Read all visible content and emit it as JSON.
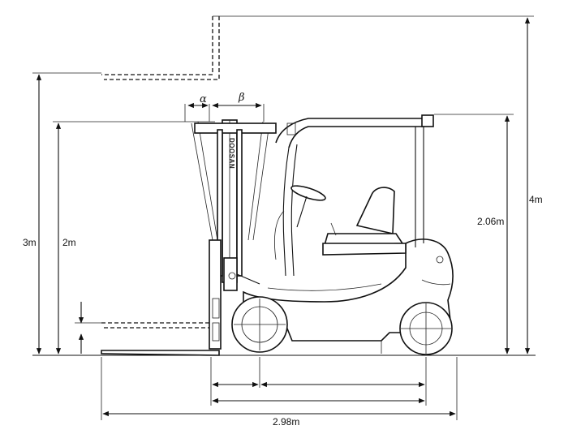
{
  "dimensions": {
    "total_height": "4m",
    "overhead_guard_height": "2.06m",
    "lift_height_fork": "3m",
    "free_lift": "2m",
    "overall_length": "2.98m"
  },
  "angles": {
    "forward_tilt": "α",
    "backward_tilt": "β"
  },
  "mast_brand": "DOOSAN"
}
